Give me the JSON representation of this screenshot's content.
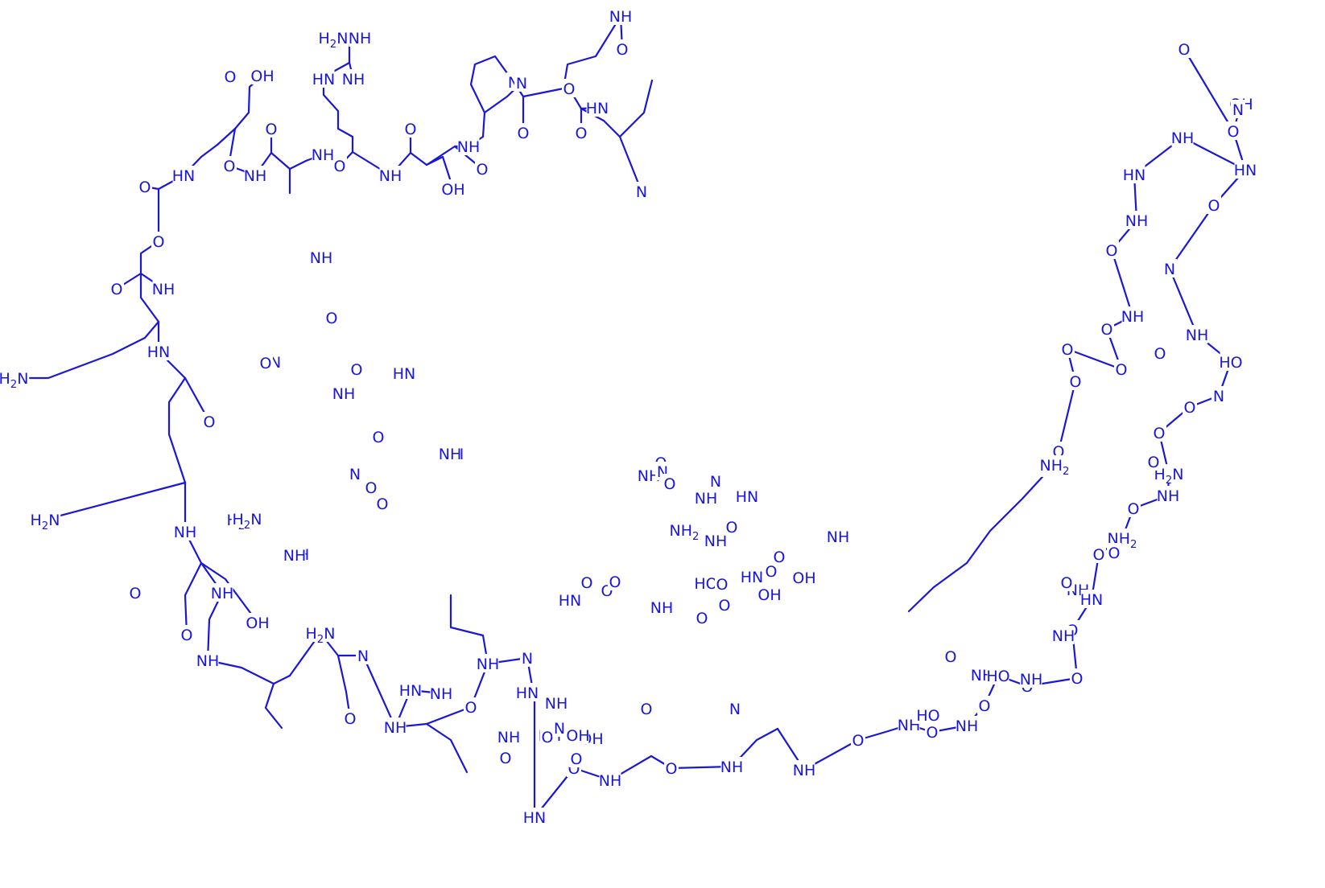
{
  "colors": {
    "structure": "#1a17d6",
    "background": "#ffffff"
  },
  "atom_labels": [
    "H2N",
    "NH",
    "NH",
    "HN",
    "N",
    "OH",
    "O",
    "O",
    "HN",
    "NH",
    "O",
    "O",
    "NH",
    "O",
    "NH",
    "O",
    "OH",
    "NH",
    "O",
    "N",
    "O",
    "NH",
    "O",
    "HN",
    "O",
    "N",
    "O",
    "O",
    "NH",
    "O",
    "HN",
    "O",
    "H2N",
    "NH",
    "O",
    "HN",
    "O",
    "H2N",
    "NH",
    "O",
    "NH",
    "OH",
    "O",
    "NH",
    "H2N",
    "N",
    "O",
    "NH",
    "O",
    "HN",
    "NH",
    "N",
    "NH",
    "H2N",
    "NH",
    "O",
    "NH",
    "HN",
    "O",
    "NH",
    "H2N",
    "NH",
    "NH",
    "O",
    "N",
    "O",
    "HN",
    "O",
    "NH",
    "NH",
    "O",
    "O",
    "NH",
    "N",
    "OH",
    "O",
    "OH",
    "NH",
    "O",
    "O",
    "HN",
    "NH",
    "O",
    "NH",
    "O",
    "N",
    "O",
    "HN",
    "O",
    "O",
    "NH",
    "HO",
    "O",
    "NH",
    "NH2",
    "O",
    "O",
    "HN",
    "O",
    "NH",
    "OH",
    "O",
    "NH",
    "N",
    "O",
    "O",
    "NH",
    "N",
    "O",
    "HN",
    "O",
    "OH",
    "NH",
    "O",
    "NH",
    "HO",
    "O",
    "NH",
    "O",
    "HO",
    "O",
    "NH",
    "O",
    "O",
    "NH",
    "NH",
    "O",
    "HN",
    "O",
    "NH2",
    "O",
    "O",
    "NH",
    "H2N",
    "O",
    "O",
    "O",
    "N",
    "HO",
    "NH",
    "O",
    "N",
    "O",
    "HN",
    "O",
    "OH",
    "N",
    "O",
    "NH",
    "HN",
    "NH",
    "O",
    "NH",
    "O",
    "O",
    "O",
    "O",
    "O",
    "NH",
    "NH2"
  ]
}
